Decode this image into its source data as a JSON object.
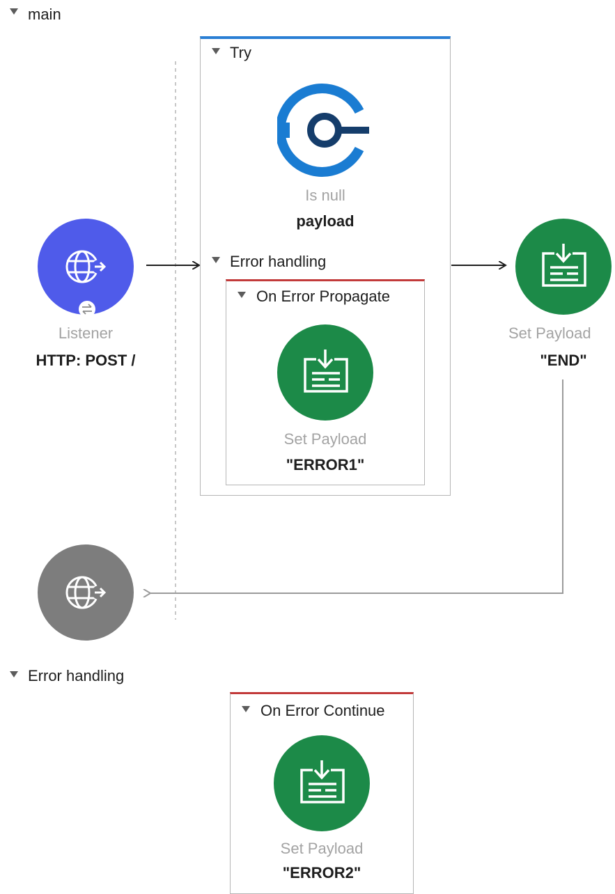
{
  "main": {
    "label": "main",
    "source": {
      "title": "Listener",
      "subtitle": "HTTP: POST /",
      "icon": "globe-arrow-icon",
      "color": "#4f5bea"
    },
    "response": {
      "icon": "globe-arrow-icon",
      "color": "#7d7d7d"
    },
    "try_scope": {
      "label": "Try",
      "accent": "#2a7fd4",
      "component": {
        "title": "Is null",
        "subtitle": "payload",
        "icon": "validation-icon",
        "color": "#1a7cd2"
      },
      "error_handling": {
        "label": "Error handling",
        "handler": {
          "label": "On Error Propagate",
          "accent": "#c23a3a",
          "component": {
            "title": "Set Payload",
            "subtitle": "\"ERROR1\"",
            "icon": "set-payload-icon",
            "color": "#1c8a48"
          }
        }
      }
    },
    "set_payload_end": {
      "title": "Set Payload",
      "subtitle": "\"END\"",
      "icon": "set-payload-icon",
      "color": "#1c8a48"
    }
  },
  "error_handling": {
    "label": "Error handling",
    "handler": {
      "label": "On Error Continue",
      "accent": "#c23a3a",
      "component": {
        "title": "Set Payload",
        "subtitle": "\"ERROR2\"",
        "icon": "set-payload-icon",
        "color": "#1c8a48"
      }
    }
  }
}
